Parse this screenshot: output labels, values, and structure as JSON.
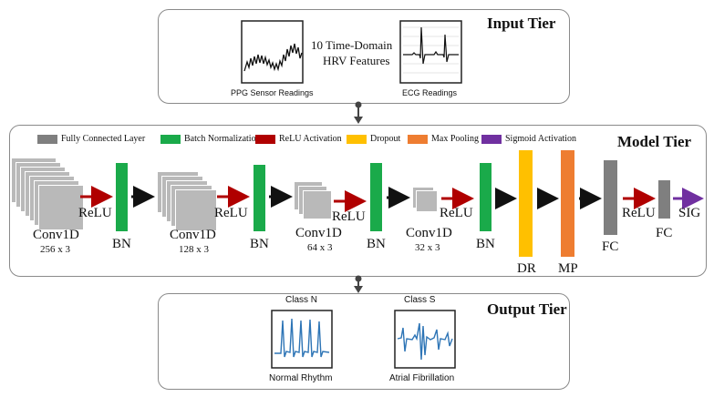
{
  "input_tier": {
    "title": "Input Tier",
    "features_line1": "10 Time-Domain",
    "features_line2": "HRV Features",
    "ppg_caption": "PPG Sensor Readings",
    "ecg_caption": "ECG Readings"
  },
  "model_tier": {
    "title": "Model Tier",
    "legend": [
      {
        "label": "Fully Connected Layer",
        "color": "#7f7f7f"
      },
      {
        "label": "Batch Normalization",
        "color": "#1aaa4a"
      },
      {
        "label": "ReLU Activation",
        "color": "#b00000"
      },
      {
        "label": "Dropout",
        "color": "#ffc000"
      },
      {
        "label": "Max Pooling",
        "color": "#ee7d31"
      },
      {
        "label": "Sigmoid Activation",
        "color": "#7030a0"
      }
    ],
    "conv1": {
      "name": "Conv1D",
      "dims": "256 x 3"
    },
    "conv2": {
      "name": "Conv1D",
      "dims": "128 x 3"
    },
    "conv3": {
      "name": "Conv1D",
      "dims": "64 x 3"
    },
    "conv4": {
      "name": "Conv1D",
      "dims": "32 x 3"
    },
    "relu": "ReLU",
    "bn": "BN",
    "dr": "DR",
    "mp": "MP",
    "fc": "FC",
    "sig": "SIG"
  },
  "output_tier": {
    "title": "Output Tier",
    "class_n": "Class N",
    "class_s": "Class S",
    "normal_caption": "Normal  Rhythm",
    "afib_caption": "Atrial Fibrillation"
  },
  "colors": {
    "fc_gray": "#7f7f7f",
    "bn_green": "#1aaa4a",
    "relu_red": "#b00000",
    "dropout_yellow": "#ffc000",
    "maxpool_orange": "#ee7d31",
    "sigmoid_purple": "#7030a0",
    "conv_gray": "#b9b9b9",
    "signal_blue": "#2e75b6"
  }
}
